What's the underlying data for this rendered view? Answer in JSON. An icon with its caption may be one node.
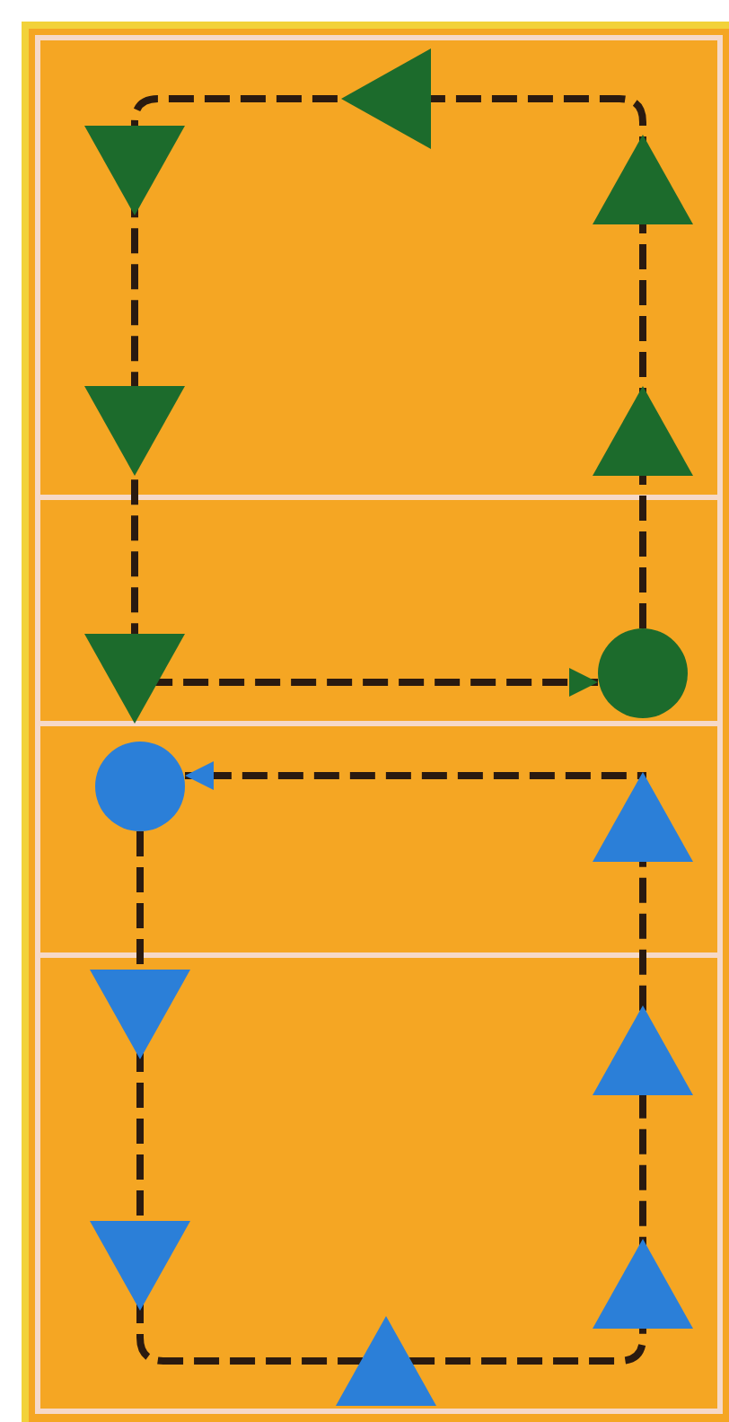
{
  "diagram": {
    "nodes": [
      {
        "text": [],
        "shape": "circle"
      },
      {
        "text": [],
        "shape": "circle"
      }
    ],
    "edges": [
      {
        "from": 0,
        "to": 0,
        "arrow": "to",
        "style": "dashed"
      },
      {
        "from": 1,
        "to": 1,
        "arrow": "to",
        "style": "dashed"
      }
    ]
  }
}
